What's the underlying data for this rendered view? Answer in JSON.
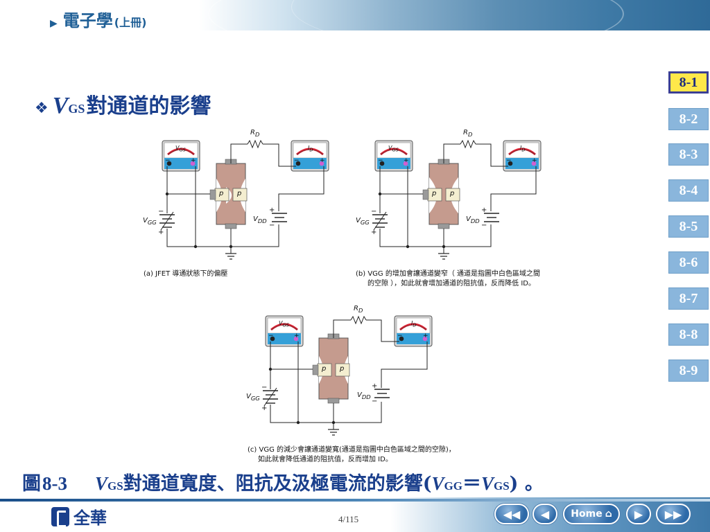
{
  "header": {
    "book_title": "電子學",
    "book_sub": "(上冊)"
  },
  "slide": {
    "heading_v": "V",
    "heading_sub": "GS",
    "heading_rest": "對通道的影響"
  },
  "side_nav": [
    {
      "label": "8-1",
      "active": true
    },
    {
      "label": "8-2",
      "active": false
    },
    {
      "label": "8-3",
      "active": false
    },
    {
      "label": "8-4",
      "active": false
    },
    {
      "label": "8-5",
      "active": false
    },
    {
      "label": "8-6",
      "active": false
    },
    {
      "label": "8-7",
      "active": false
    },
    {
      "label": "8-8",
      "active": false
    },
    {
      "label": "8-9",
      "active": false
    }
  ],
  "figure": {
    "labels": {
      "rd": "R",
      "rd_sub": "D",
      "vgs": "V",
      "vgs_sub": "GS",
      "id": "I",
      "id_sub": "D",
      "vgg": "V",
      "vgg_sub": "GG",
      "vdd": "V",
      "vdd_sub": "DD",
      "p": "p",
      "minus": "−",
      "plus": "+"
    },
    "caption_a": "(a)  JFET  導通狀態下的偏壓",
    "caption_b_line1": "(b)  VGG 的增加會讓通道變窄（ 通道是指圖中白色區域之間",
    "caption_b_line2": "的空隙 ），如此就會增加通道的阻抗值，反而降低 ID。",
    "caption_c_line1": "(c)  VGG 的減少會讓通道變寬(通道是指圖中白色區域之間的空隙)，",
    "caption_c_line2": "如此就會降低通道的阻抗值，反而增加 ID。"
  },
  "caption": {
    "fig": "圖",
    "num": "8-3",
    "v1": "V",
    "s1": "GS",
    "mid": " 對通道寬度、阻抗及汲極電流的影響(",
    "v2": "V",
    "s2": "GG",
    "eq": "＝ ",
    "v3": "V",
    "s3": "GS",
    "end": ") 。"
  },
  "footer": {
    "logo": "全華",
    "page": "4/115",
    "home_label": "Home"
  },
  "colors": {
    "accent": "#1a3f8c",
    "nav_bg": "#8ab6dc",
    "nav_active_bg": "#ffe84a",
    "channel_body": "#c59b8e"
  }
}
